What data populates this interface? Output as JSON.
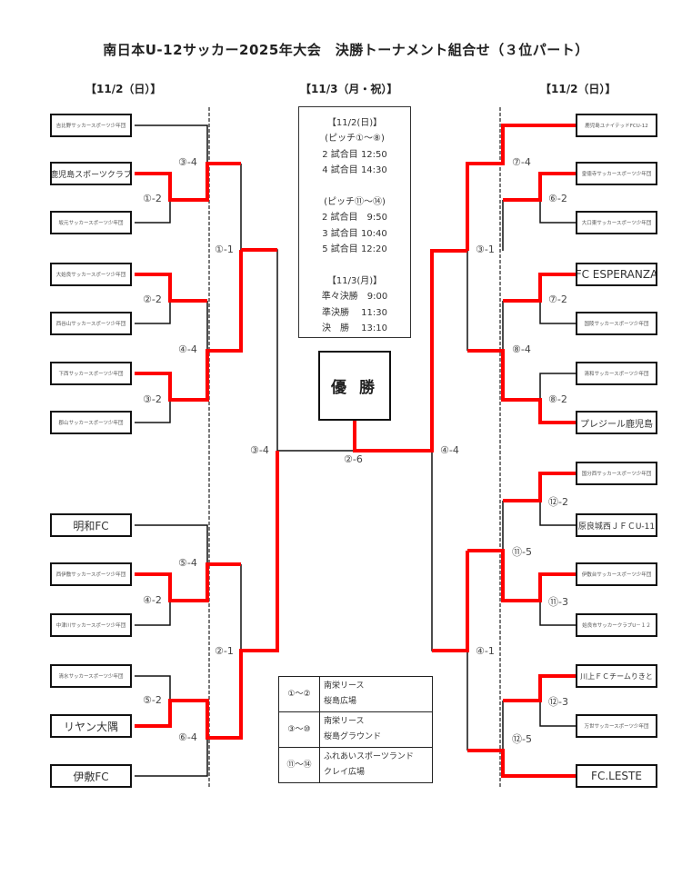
{
  "title": "南日本U-12サッカー2025年大会　決勝トーナメント組合せ（３位パート）",
  "dates": {
    "left": "【11/2（日）】",
    "center": "【11/3（月・祝）】",
    "right": "【11/2（日）】"
  },
  "left_teams": [
    "吉比野サッカースポーツ少年団",
    "鹿児島スポーツクラブ",
    "坂元サッカースポーツ少年団",
    "大姶良サッカースポーツ少年団",
    "西谷山サッカースポーツ少年団",
    "下西サッカースポーツ少年団",
    "郡山サッカースポーツ少年団",
    "明和FC",
    "西伊敷サッカースポーツ少年団",
    "中津川サッカースポーツ少年団",
    "清水サッカースポーツ少年団",
    "リヤン大隅",
    "伊敷FC"
  ],
  "right_teams": [
    "鹿児島ユナイテッドFCU-12",
    "皇徳寺サッカースポーツ少年団",
    "大口東サッカースポーツ少年団",
    "FC ESPERANZA",
    "国陵サッカースポーツ少年団",
    "清和サッカースポーツ少年団",
    "プレジール鹿児島",
    "国分西サッカースポーツ少年団",
    "原良城西ＪＦＣU-11",
    "伊敷台サッカースポーツ少年団",
    "姶良市サッカークラブU－１２",
    "川上ＦＣチームりきと",
    "万世サッカースポーツ少年団",
    "FC.LESTE"
  ],
  "match_labels": {
    "l_3_4": "③-4",
    "l_1_2": "①-2",
    "l_1_1": "①-1",
    "l_2_2": "②-2",
    "l_4_4": "④-4",
    "l_3_2": "③-2",
    "c_3_4": "③-4",
    "c_2_6": "②-6",
    "c_4_4": "④-4",
    "l_5_4": "⑤-4",
    "l_4_2": "④-2",
    "l_2_1": "②-1",
    "l_5_2": "⑤-2",
    "l_6_4": "⑥-4",
    "r_7_4": "⑦-4",
    "r_6_2": "⑥-2",
    "r_3_1": "③-1",
    "r_7_2": "⑦-2",
    "r_8_4": "⑧-4",
    "r_8_2": "⑧-2",
    "r_12_2": "⑫-2",
    "r_11_5": "⑪-5",
    "r_11_3": "⑪-3",
    "r_4_1": "④-1",
    "r_12_3": "⑫-3",
    "r_12_5": "⑫-5"
  },
  "schedule": [
    "【11/2(日)】",
    "(ピッチ①～⑧)",
    "2 試合目 12:50",
    "4 試合目 14:30",
    "",
    "(ピッチ⑪～⑭)",
    "2 試合目　9:50",
    "3 試合目 10:40",
    "5 試合目 12:20",
    "",
    "【11/3(月)】",
    "準々決勝　9:00",
    "準決勝　 11:30",
    "決　勝　 13:10"
  ],
  "champion_label": "優 勝",
  "venues": [
    {
      "pitches": "①～②",
      "line1": "南栄リース",
      "line2": "桜島広場"
    },
    {
      "pitches": "③～⑩",
      "line1": "南栄リース",
      "line2": "桜島グラウンド"
    },
    {
      "pitches": "⑪～⑭",
      "line1": "ふれあいスポーツランド",
      "line2": "クレイ広場"
    }
  ],
  "colors": {
    "winner_line": "#ff0000",
    "bracket_line": "#111111"
  }
}
